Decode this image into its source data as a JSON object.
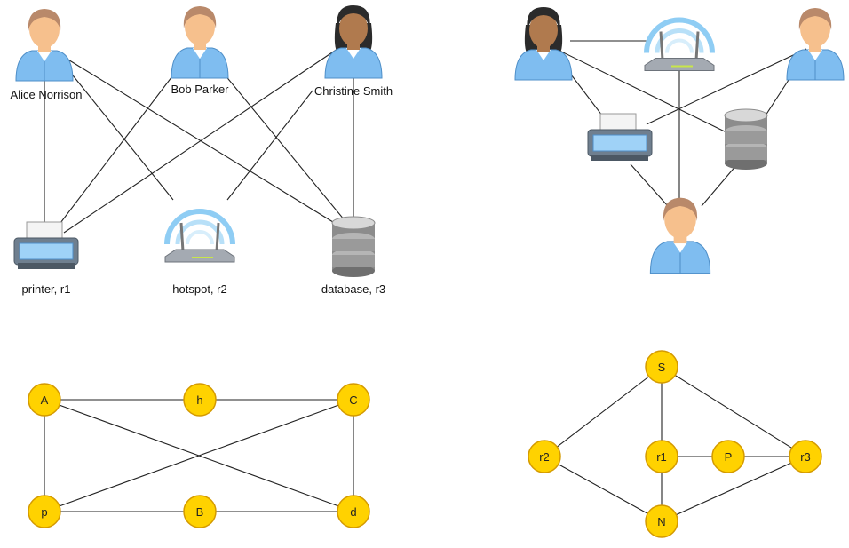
{
  "top_left": {
    "people": [
      {
        "name": "Alice Norrison",
        "hair": "#b9896a",
        "skin": "#f6c08d"
      },
      {
        "name": "Bob Parker",
        "hair": "#dedede",
        "skin": "#f6c08d"
      },
      {
        "name": "Christine Smith",
        "hair": "#2b2b2b",
        "skin": "#b07a4e"
      }
    ],
    "resources": [
      {
        "label": "printer, r1",
        "icon": "printer-icon"
      },
      {
        "label": "hotspot, r2",
        "icon": "hotspot-icon"
      },
      {
        "label": "database, r3",
        "icon": "database-icon"
      }
    ]
  },
  "top_right": {
    "icons": [
      "person-dark-icon",
      "hotspot-icon",
      "person-gray-icon",
      "printer-icon",
      "database-icon",
      "person-brown-icon"
    ]
  },
  "bottom_left": {
    "nodes": [
      "A",
      "h",
      "C",
      "p",
      "B",
      "d"
    ]
  },
  "bottom_right": {
    "nodes": [
      "S",
      "r2",
      "r1",
      "P",
      "r3",
      "N"
    ]
  },
  "colors": {
    "node_fill": "#ffd200",
    "node_stroke": "#d49a00",
    "shirt": "#7fbdf0",
    "edge": "#222222"
  }
}
